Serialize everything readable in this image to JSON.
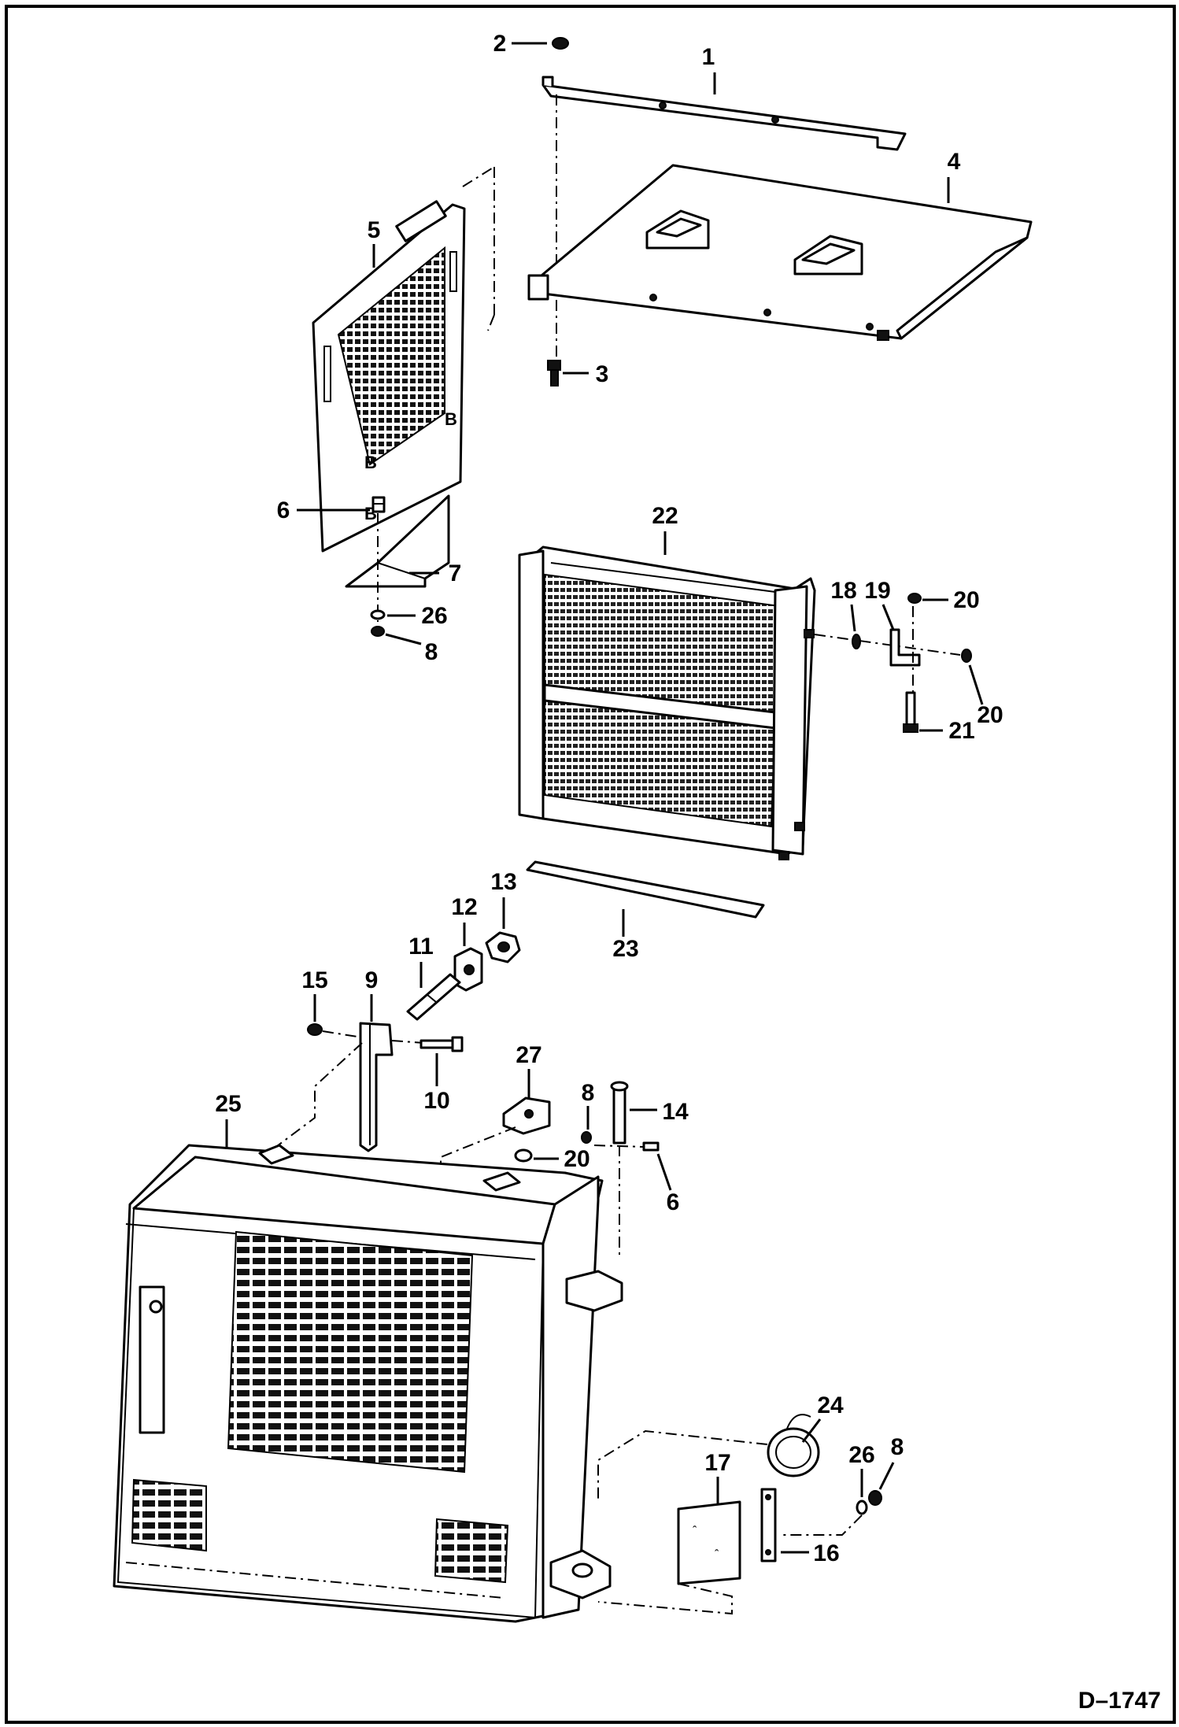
{
  "drawing": {
    "id": "D–1747"
  },
  "callouts": [
    {
      "label": "1"
    },
    {
      "label": "2"
    },
    {
      "label": "3"
    },
    {
      "label": "4"
    },
    {
      "label": "5"
    },
    {
      "label": "6"
    },
    {
      "label": "7"
    },
    {
      "label": "26"
    },
    {
      "label": "8"
    },
    {
      "label": "22"
    },
    {
      "label": "18"
    },
    {
      "label": "19"
    },
    {
      "label": "20"
    },
    {
      "label": "20"
    },
    {
      "label": "21"
    },
    {
      "label": "23"
    },
    {
      "label": "13"
    },
    {
      "label": "12"
    },
    {
      "label": "11"
    },
    {
      "label": "15"
    },
    {
      "label": "9"
    },
    {
      "label": "10"
    },
    {
      "label": "27"
    },
    {
      "label": "8"
    },
    {
      "label": "14"
    },
    {
      "label": "20"
    },
    {
      "label": "6"
    },
    {
      "label": "25"
    },
    {
      "label": "24"
    },
    {
      "label": "26"
    },
    {
      "label": "8"
    },
    {
      "label": "17"
    },
    {
      "label": "16"
    }
  ]
}
